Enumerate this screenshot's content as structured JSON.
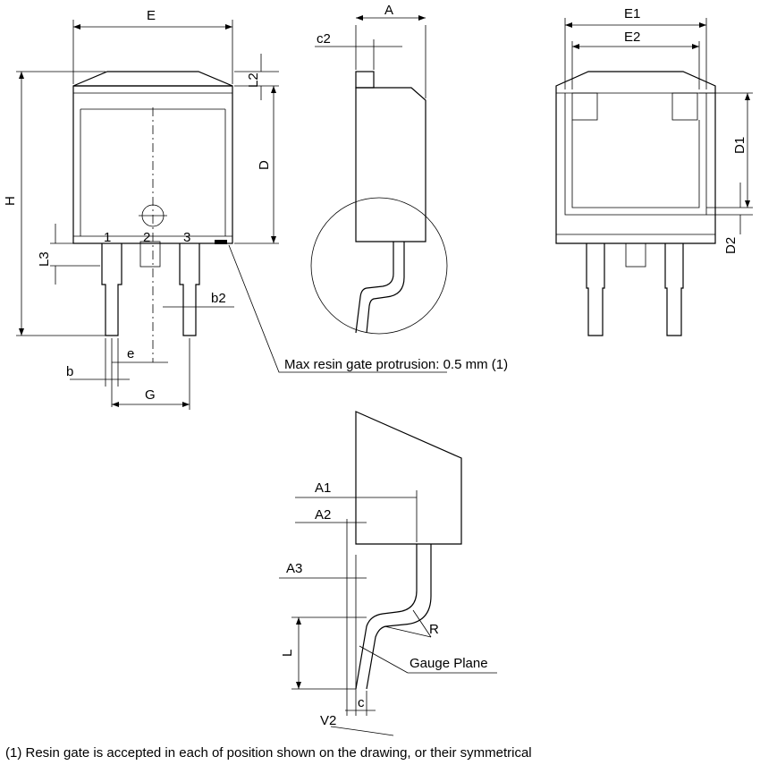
{
  "labels": {
    "E": "E",
    "A": "A",
    "c2": "c2",
    "E1": "E1",
    "E2": "E2",
    "L2": "L2",
    "D": "D",
    "H": "H",
    "L3": "L3",
    "b2": "b2",
    "e": "e",
    "b": "b",
    "G": "G",
    "D1": "D1",
    "D2": "D2",
    "A1": "A1",
    "A2": "A2",
    "A3": "A3",
    "R": "R",
    "L": "L",
    "c": "c",
    "V2": "V2",
    "pin1": "1",
    "pin2": "2",
    "pin3": "3"
  },
  "notes": {
    "resin_gate": "Max resin gate protrusion: 0.5 mm (1)",
    "gauge_plane": "Gauge Plane",
    "footnote": "(1) Resin gate is accepted in each of position shown on the drawing, or their symmetrical"
  }
}
